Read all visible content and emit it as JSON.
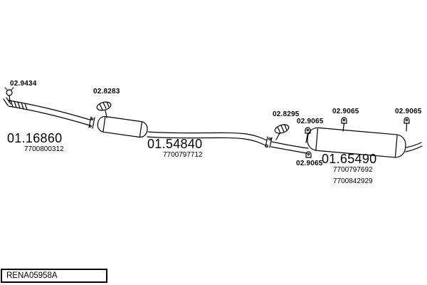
{
  "colors": {
    "line": "#000000",
    "background": "#ffffff"
  },
  "labels": {
    "clamp": "02.9434",
    "mount_front": "02.8283",
    "mount_rear": "02.8295",
    "hanger_front": "02.9065",
    "hanger_mid": "02.9065",
    "hanger_rear": "02.9065",
    "hanger_bottom": "02.9065"
  },
  "parts": {
    "front_pipe": {
      "number": "01.16860",
      "oem": "7700800312"
    },
    "center_silencer": {
      "number": "01.54840",
      "oem": "7700797712"
    },
    "rear_silencer": {
      "number": "01.65490",
      "oem_primary": "7700797692",
      "oem_secondary": "7700842929"
    }
  },
  "footer": {
    "drawing_code": "RENA05958A"
  }
}
